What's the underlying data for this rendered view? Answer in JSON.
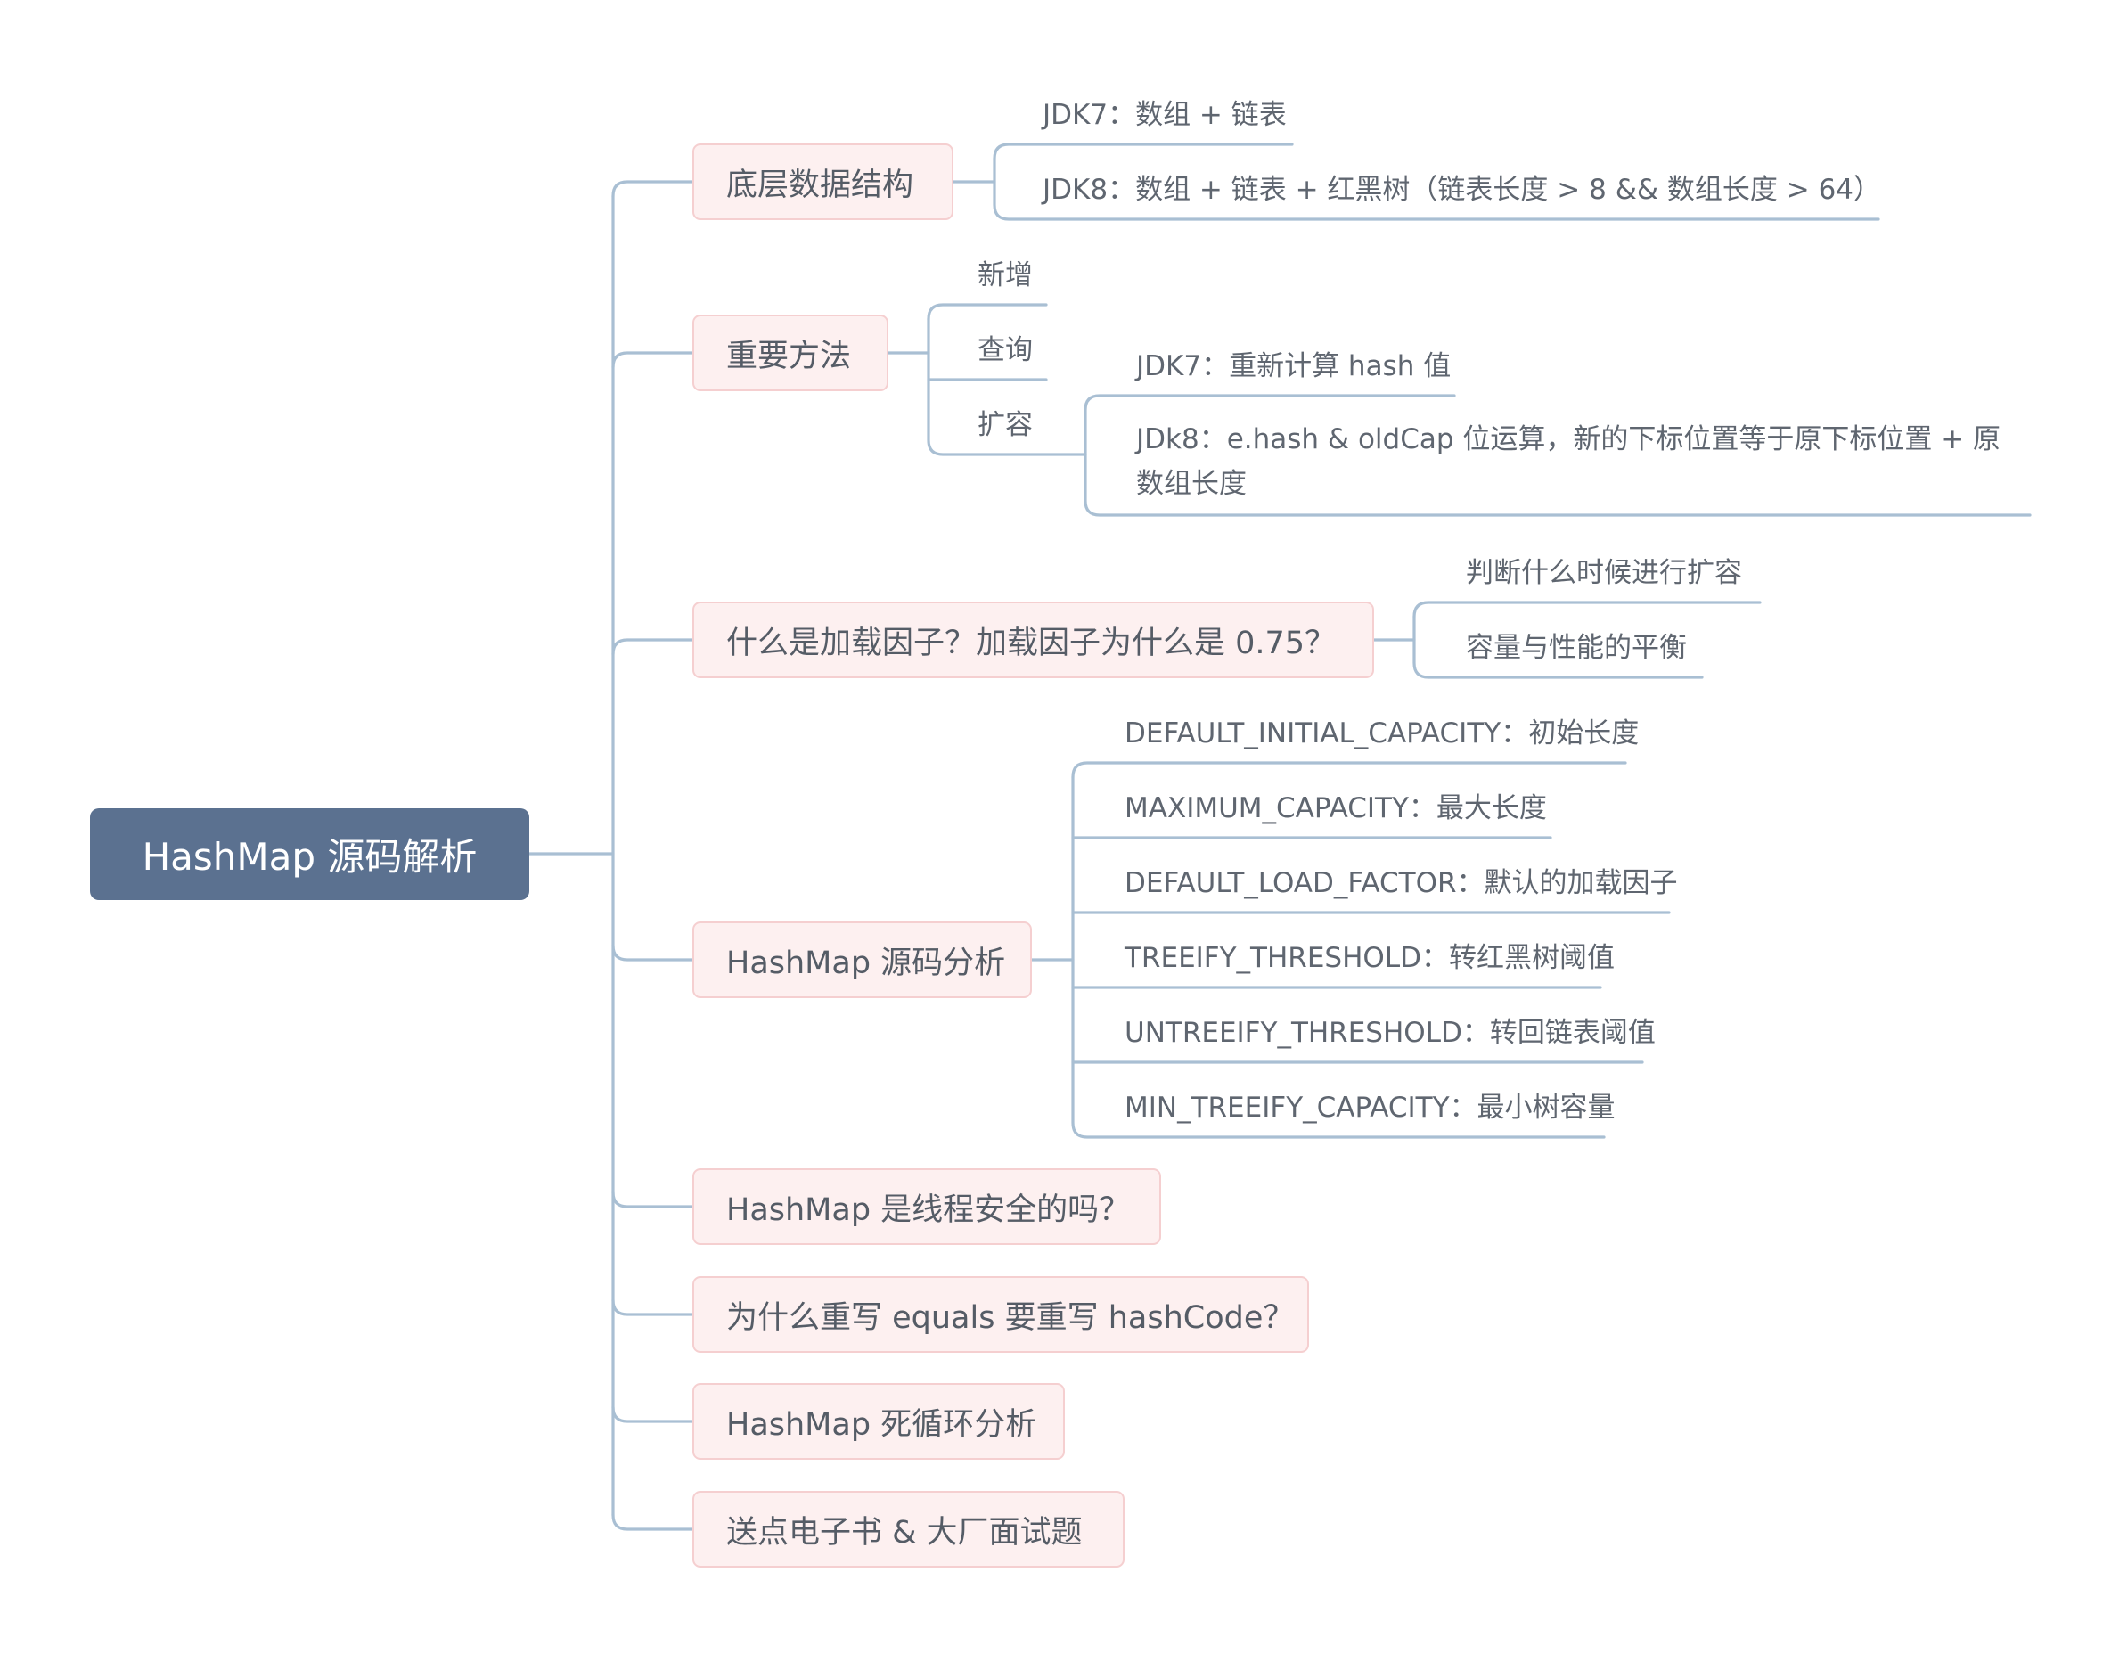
{
  "root": {
    "label": "HashMap 源码解析"
  },
  "topics": [
    {
      "label": "底层数据结构",
      "children": [
        {
          "label": "JDK7：数组 + 链表"
        },
        {
          "label": "JDK8：数组 + 链表 + 红黑树（链表长度 > 8 && 数组长度 > 64）"
        }
      ]
    },
    {
      "label": "重要方法",
      "children": [
        {
          "label": "新增"
        },
        {
          "label": "查询"
        },
        {
          "label": "扩容",
          "children": [
            {
              "label": "JDK7：重新计算 hash 值"
            },
            {
              "label": "JDk8：e.hash & oldCap 位运算，新的下标位置等于原下标位置 + 原数组长度"
            }
          ]
        }
      ]
    },
    {
      "label": "什么是加载因子？加载因子为什么是 0.75？",
      "children": [
        {
          "label": "判断什么时候进行扩容"
        },
        {
          "label": "容量与性能的平衡"
        }
      ]
    },
    {
      "label": "HashMap 源码分析",
      "children": [
        {
          "label": "DEFAULT_INITIAL_CAPACITY：初始长度"
        },
        {
          "label": "MAXIMUM_CAPACITY：最大长度"
        },
        {
          "label": "DEFAULT_LOAD_FACTOR：默认的加载因子"
        },
        {
          "label": "TREEIFY_THRESHOLD：转红黑树阈值"
        },
        {
          "label": "UNTREEIFY_THRESHOLD：转回链表阈值"
        },
        {
          "label": "MIN_TREEIFY_CAPACITY：最小树容量"
        }
      ]
    },
    {
      "label": "HashMap 是线程安全的吗？"
    },
    {
      "label": "为什么重写 equals 要重写 hashCode？"
    },
    {
      "label": "HashMap 死循环分析"
    },
    {
      "label": "送点电子书 & 大厂面试题"
    }
  ]
}
